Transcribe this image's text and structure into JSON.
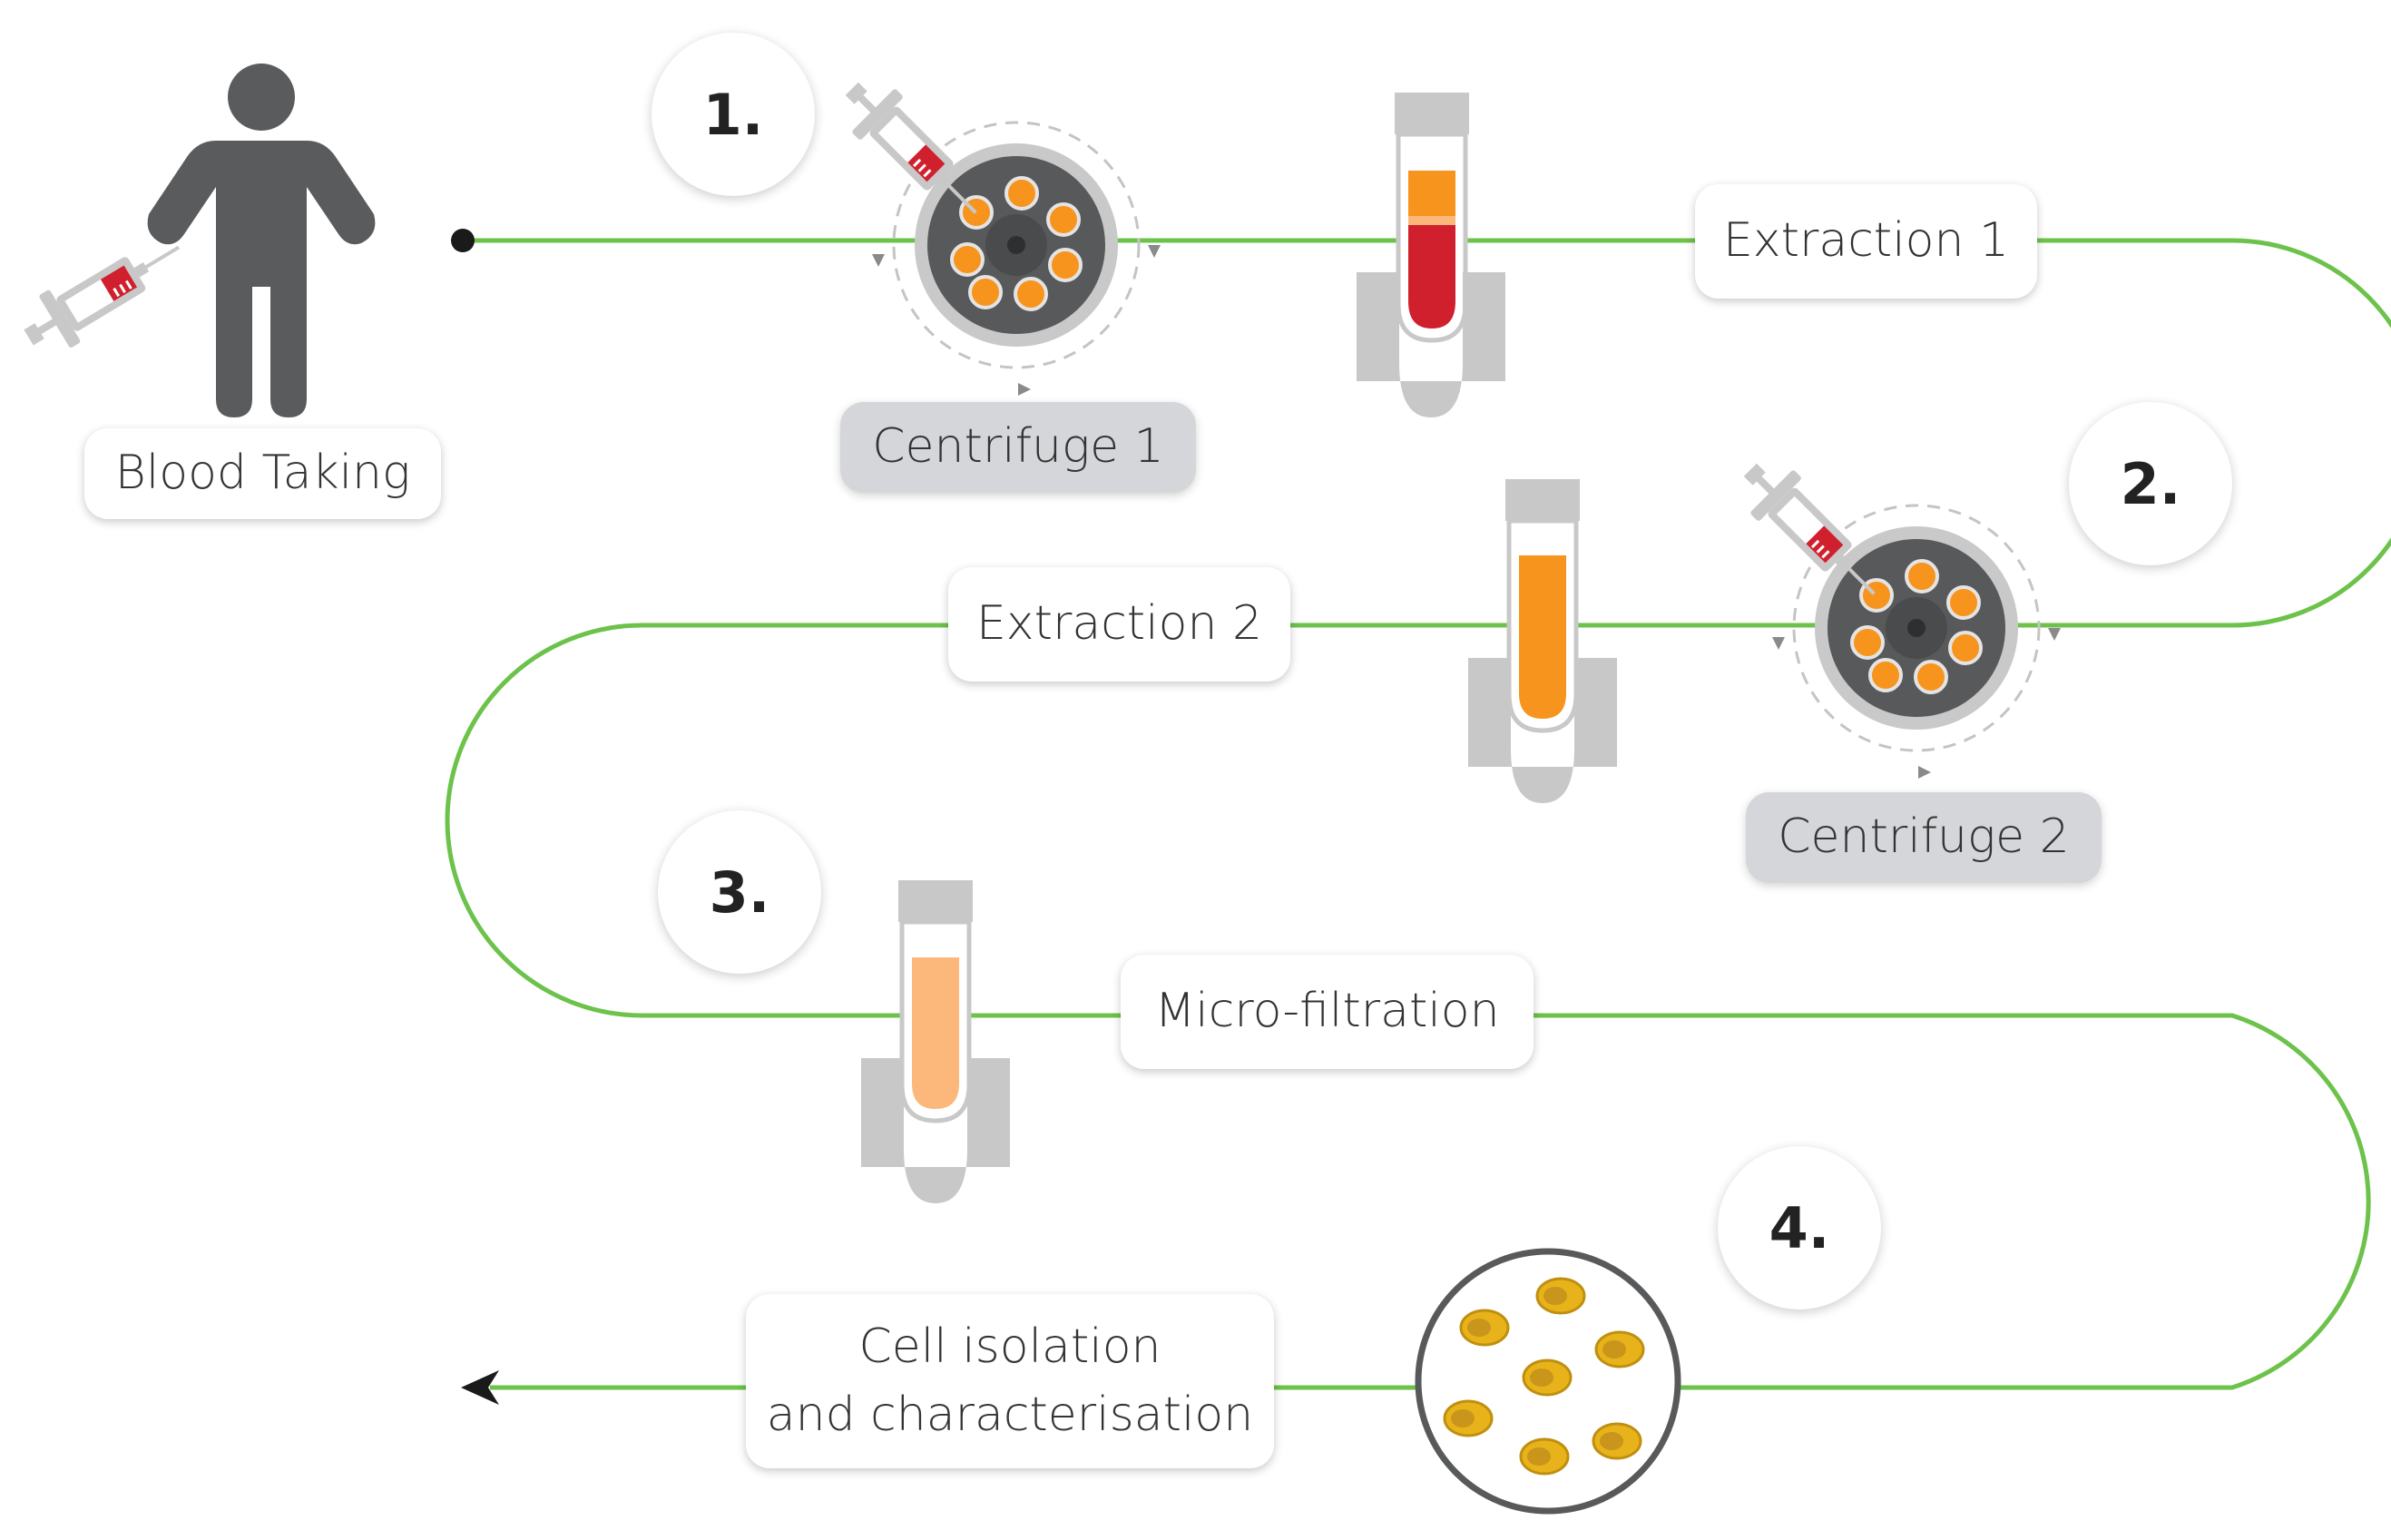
{
  "colors": {
    "flow_line": "#6cc24a",
    "person": "#5a5b5d",
    "blood_red": "#d0202e",
    "plasma_orange": "#f7941d",
    "light_orange": "#fbb87a",
    "cell_yellow": "#e8b31a",
    "rotor_dark": "#58595b",
    "rack_grey": "#c8c8c8",
    "label_grey_bg": "#d4d6d9"
  },
  "icons": [
    "person-icon",
    "syringe-icon",
    "centrifuge-icon",
    "test-tube-icon",
    "tube-rack-icon",
    "petri-dish-icon",
    "arrow-head-icon"
  ],
  "steps": [
    "1.",
    "2.",
    "3.",
    "4."
  ],
  "labels": {
    "blood_taking": "Blood Taking",
    "centrifuge_1": "Centrifuge 1",
    "extraction_1": "Extraction 1",
    "extraction_2": "Extraction 2",
    "centrifuge_2": "Centrifuge 2",
    "micro_filtration": "Micro-filtration",
    "cell_isolation_line1": "Cell isolation",
    "cell_isolation_line2": "and characterisation"
  }
}
